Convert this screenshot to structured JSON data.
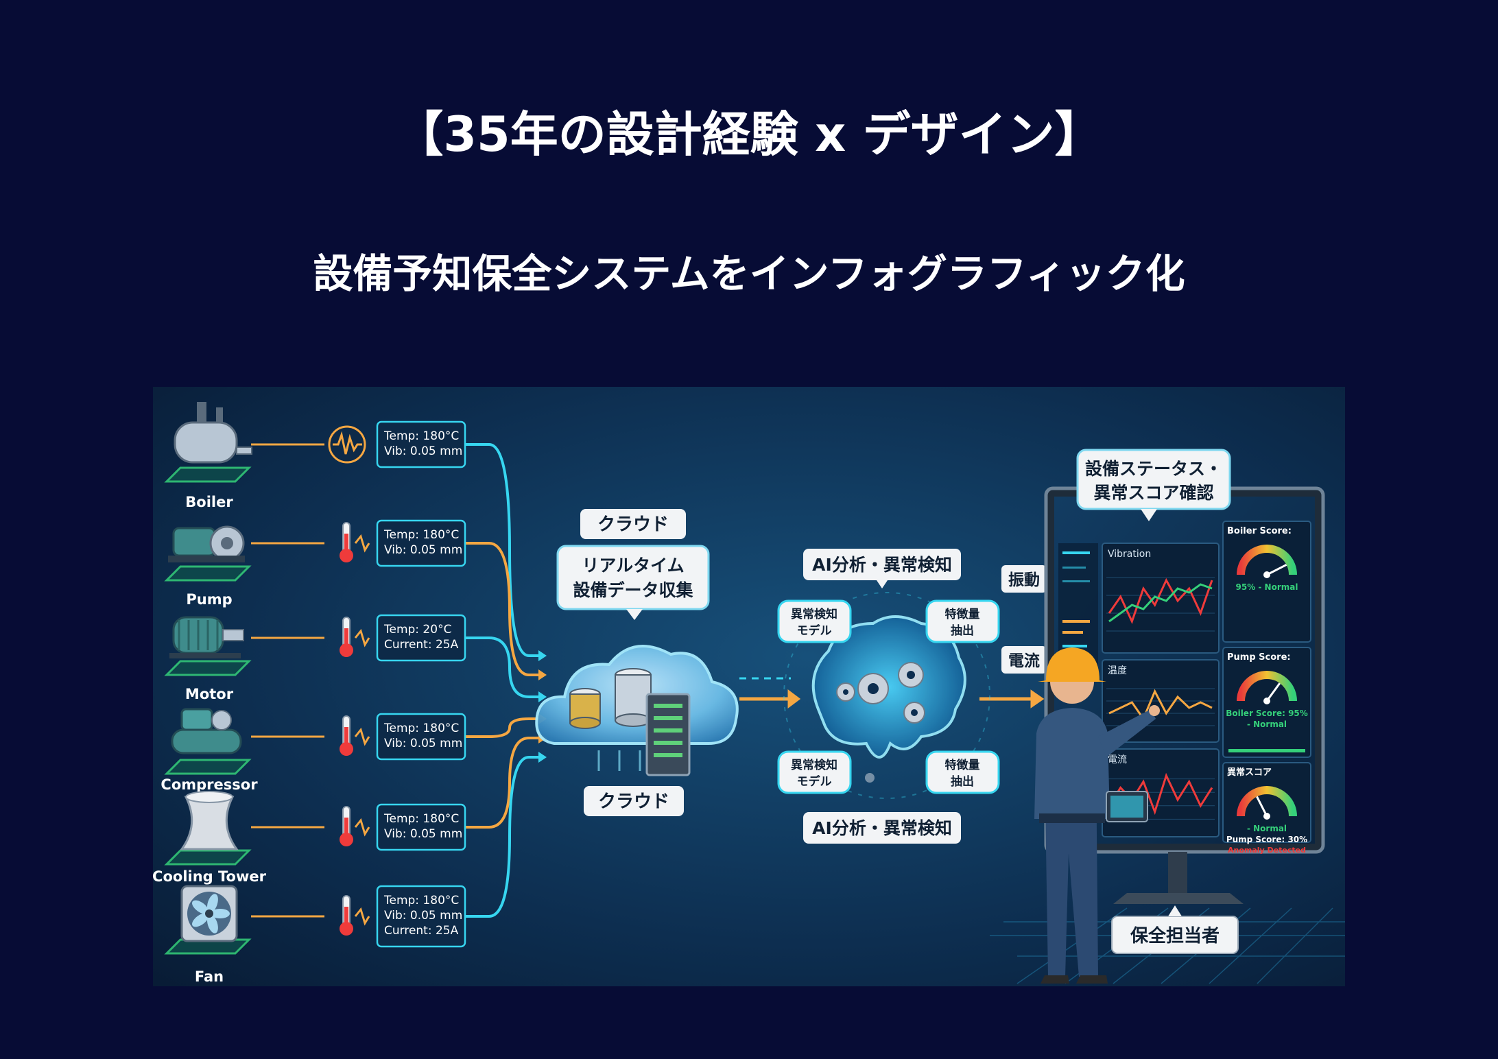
{
  "title": "【35年の設計経験 x デザイン】",
  "subtitle": "設備予知保全システムをインフォグラフィック化",
  "colors": {
    "page_bg": "#070c35",
    "panel_bg": "#0d2a48",
    "cyan": "#37d6f0",
    "orange": "#f5a742",
    "green": "#35d07a",
    "red": "#ef3b3b",
    "label_bg": "#f2f4f6"
  },
  "equipment": [
    {
      "name": "Boiler",
      "icon": "boiler-icon",
      "sensor": "wave-sensor-icon",
      "readings": [
        "Temp: 180°C",
        "Vib: 0.05 mm"
      ]
    },
    {
      "name": "Pump",
      "icon": "pump-icon",
      "sensor": "thermometer-icon",
      "readings": [
        "Temp: 180°C",
        "Vib: 0.05 mm"
      ]
    },
    {
      "name": "Motor",
      "icon": "motor-icon",
      "sensor": "thermometer-icon",
      "readings": [
        "Temp: 20°C",
        "Current: 25A"
      ]
    },
    {
      "name": "Compressor",
      "icon": "compressor-icon",
      "sensor": "thermometer-icon",
      "readings": [
        "Temp: 180°C",
        "Vib: 0.05 mm"
      ]
    },
    {
      "name": "Cooling Tower",
      "icon": "cooling-tower-icon",
      "sensor": "thermometer-icon",
      "readings": [
        "Temp: 180°C",
        "Vib: 0.05 mm"
      ]
    },
    {
      "name": "Fan",
      "icon": "fan-icon",
      "sensor": "thermometer-icon",
      "readings": [
        "Temp: 180°C",
        "Vib: 0.05 mm",
        "Current: 25A"
      ]
    }
  ],
  "cloud": {
    "top_label": "クラウド",
    "callout_lines": [
      "リアルタイム",
      "設備データ収集"
    ],
    "bottom_label": "クラウド",
    "icon": "cloud-server-icon"
  },
  "ai": {
    "top_label": "AI分析・異常検知",
    "bottom_label": "AI分析・異常検知",
    "icon": "brain-gears-icon",
    "bubbles": [
      {
        "lines": [
          "異常検知",
          "モデル"
        ]
      },
      {
        "lines": [
          "特徴量",
          "抽出"
        ]
      },
      {
        "lines": [
          "異常検知",
          "モデル"
        ]
      },
      {
        "lines": [
          "特徴量",
          "抽出"
        ]
      }
    ]
  },
  "signals": [
    {
      "label": "振動"
    },
    {
      "label": "電流"
    }
  ],
  "dashboard": {
    "callout_lines": [
      "設備ステータス・",
      "異常スコア確認"
    ],
    "chart_titles": [
      "Vibration",
      "温度",
      "電流"
    ],
    "gauges": [
      {
        "title": "Boiler Score:",
        "value_text": "95% - Normal",
        "level": 0.85
      },
      {
        "title": "Pump Score:",
        "value_text": "Boiler Score: 95%",
        "sub_text": "- Normal",
        "level": 0.7
      },
      {
        "title": "異常スコア",
        "value_text": "- Normal",
        "sub_text": "Pump Score: 30%",
        "alert_text": "Anomaly Detected",
        "level": 0.35
      }
    ]
  },
  "worker": {
    "label": "保全担当者",
    "icon": "maintenance-worker-icon"
  }
}
